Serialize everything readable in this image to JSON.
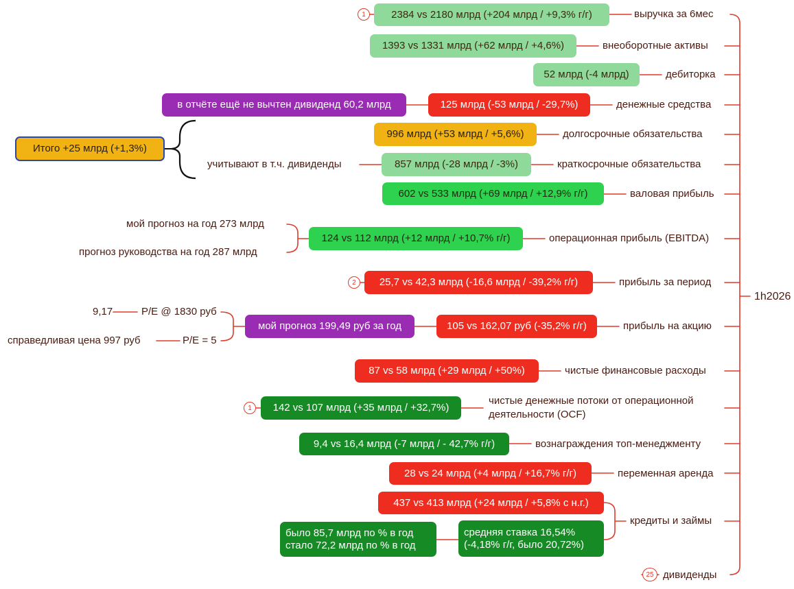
{
  "root": "1h2026",
  "total": "Итого +25 млрд (+1,3%)",
  "rows": {
    "revenue": {
      "label": "выручка за 6мес",
      "value": "2384 vs 2180 млрд (+204 млрд / +9,3% г/г)",
      "badge": "1",
      "status_color": "#8fd99a"
    },
    "noncurrent": {
      "label": "внеоборотные активы",
      "value": "1393 vs 1331 млрд (+62 млрд / +4,6%)",
      "status_color": "#8fd99a"
    },
    "receivables": {
      "label": "дебиторка",
      "value": "52 млрд (-4 млрд)",
      "status_color": "#8fd99a"
    },
    "cash": {
      "label": "денежные средства",
      "value": "125 млрд (-53 млрд / -29,7%)",
      "note": "в отчёте ещё не вычтен дивиденд 60,2 млрд",
      "status_color": "#ee2d20"
    },
    "longterm": {
      "label": "долгосрочные обязательства",
      "value": "996 млрд (+53 млрд / +5,6%)",
      "status_color": "#f0b313"
    },
    "shortterm": {
      "label": "краткосрочные обязательства",
      "value": "857 млрд (-28 млрд / -3%)",
      "note": "учитывают в т.ч. дивиденды",
      "status_color": "#8fd99a"
    },
    "gross": {
      "label": "валовая прибыль",
      "value": "602 vs 533 млрд (+69 млрд / +12,9% г/г)",
      "status_color": "#2fd24e"
    },
    "ebitda": {
      "label": "операционная прибыль (EBITDA)",
      "value": "124 vs 112 млрд (+12 млрд / +10,7% г/г)",
      "note1": "мой прогноз на год 273 млрд",
      "note2": "прогноз руководства на год 287 млрд",
      "status_color": "#2fd24e"
    },
    "profit": {
      "label": "прибыль за период",
      "value": "25,7 vs 42,3 млрд (-16,6 млрд / -39,2% г/г)",
      "badge": "2",
      "status_color": "#ee2d20"
    },
    "eps": {
      "label": "прибыль на акцию",
      "value": "105 vs 162,07 руб (-35,2% г/г)",
      "forecast": "мой прогноз 199,49 руб за год",
      "pe1": "P/E @ 1830 руб",
      "pe1_val": "9,17",
      "pe2": "P/E = 5",
      "pe2_val": "справедливая цена 997 руб",
      "status_color": "#ee2d20"
    },
    "finexp": {
      "label": "чистые финансовые расходы",
      "value": "87 vs 58 млрд (+29 млрд / +50%)",
      "status_color": "#ee2d20"
    },
    "ocf": {
      "label_line1": "чистые денежные потоки от операционной",
      "label_line2": "деятельности (OCF)",
      "value": "142 vs 107 млрд (+35 млрд / +32,7%)",
      "badge": "1",
      "status_color": "#168a25"
    },
    "mgmt": {
      "label": "вознаграждения топ-менеджменту",
      "value": "9,4 vs 16,4 млрд (-7 млрд / - 42,7% г/г)",
      "status_color": "#168a25"
    },
    "lease": {
      "label": "переменная аренда",
      "value": "28 vs 24 млрд (+4 млрд / +16,7% г/г)",
      "status_color": "#ee2d20"
    },
    "loans": {
      "label": "кредиты и займы",
      "value": "437 vs 413 млрд (+24 млрд / +5,8% с н.г.)",
      "rate_line1": "средняя ставка 16,54%",
      "rate_line2": "(-4,18% г/г, было 20,72%)",
      "int_line1": "было 85,7 млрд по % в год",
      "int_line2": "стало 72,2 млрд по % в год",
      "status_color": "#ee2d20"
    },
    "dividends": {
      "label": "дивиденды",
      "badge": "25"
    }
  },
  "colors": {
    "connector": "#e03a2a",
    "light_green": "#8fd99a",
    "green": "#2fd24e",
    "dark_green": "#168a25",
    "red": "#ee2d20",
    "yellow": "#f0b313",
    "purple": "#9a2bb3"
  }
}
